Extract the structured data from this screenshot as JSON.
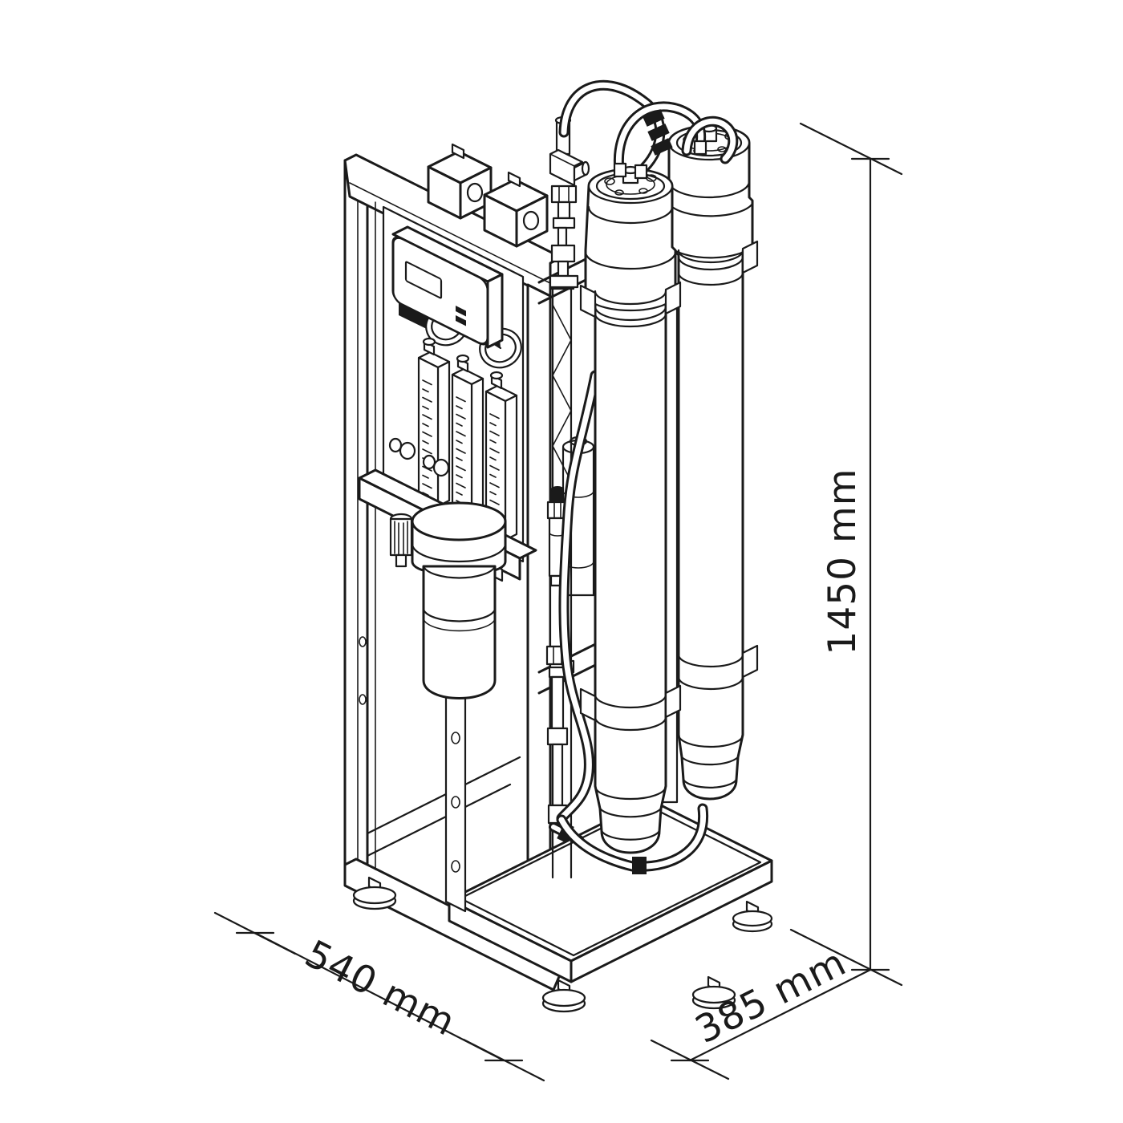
{
  "page": {
    "background_color": "#ffffff"
  },
  "drawing": {
    "kind": "isometric technical line drawing",
    "subject": "frame-mounted reverse-osmosis water treatment unit",
    "line_color": "#1a1a1a",
    "components": [
      "support-frame",
      "leveling-feet",
      "base-tray",
      "solenoid-valves",
      "controller-box",
      "controller-display",
      "pressure-gauges",
      "flow-meters",
      "cartridge-filter-housing",
      "pump",
      "inlet-fitting-column",
      "sensor-fitting-column",
      "membrane-pressure-vessels",
      "mounting-straps",
      "braided-hoses"
    ]
  },
  "dimensions": {
    "height": {
      "label": "1450 mm",
      "value": 1450,
      "unit": "mm"
    },
    "depth": {
      "label": "540 mm",
      "value": 540,
      "unit": "mm"
    },
    "width": {
      "label": "385 mm",
      "value": 385,
      "unit": "mm"
    }
  }
}
